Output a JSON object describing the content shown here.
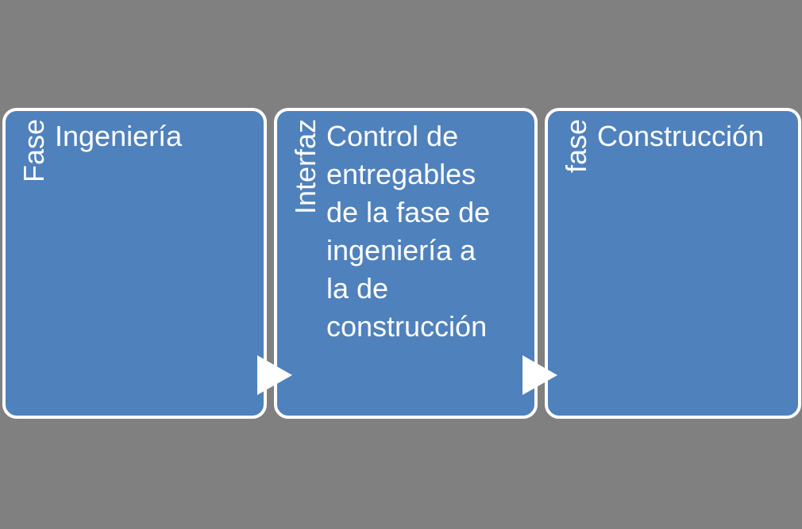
{
  "canvas": {
    "background_color": "#808080"
  },
  "style": {
    "box_fill_color": "#4F81BD",
    "box_border_color": "#FFFFFF",
    "text_color": "#FFFFFF",
    "arrow_color": "#FFFFFF"
  },
  "diagram": {
    "type": "horizontal-process",
    "boxes": [
      {
        "vertical_label": "Fase",
        "lines": [
          "Ingeniería"
        ]
      },
      {
        "vertical_label": "Interfaz",
        "lines": [
          "Control de",
          "entregables",
          "de la fase de",
          "ingeniería a",
          "la de",
          "construcción"
        ]
      },
      {
        "vertical_label": "fase",
        "lines": [
          "Construcción"
        ]
      }
    ],
    "connectors": [
      {
        "name": "arrow-1",
        "direction": "right"
      },
      {
        "name": "arrow-2",
        "direction": "right"
      }
    ]
  }
}
